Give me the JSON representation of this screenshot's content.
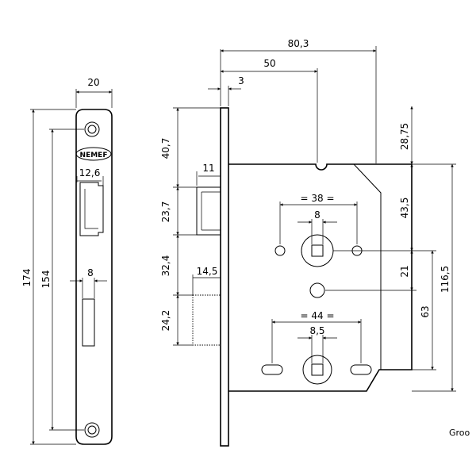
{
  "brand": {
    "logo_text": "NEMEF"
  },
  "footer": {
    "caption": "Groo"
  },
  "dimensions": {
    "faceplate_width": "20",
    "faceplate_height_total": "174",
    "faceplate_hole_spacing": "154",
    "latch_width": "12,6",
    "bolt_width": "8",
    "case_depth": "80,3",
    "backset": "50",
    "faceplate_thickness": "3",
    "latch_projection": "11",
    "top_to_latch": "40,7",
    "latch_height": "23,7",
    "latch_to_bolt": "32,4",
    "bolt_height": "24,2",
    "bolt_projection": "14,5",
    "handle_screw_spacing": "= 38 =",
    "square_spindle": "8",
    "case_top_offset": "28,75",
    "case_to_spindle": "43,5",
    "spindle_to_centre_hole": "21",
    "spindle_to_lower": "63",
    "case_height": "116,5",
    "lower_screw_spacing": "= 44 =",
    "lower_square": "8,5"
  }
}
